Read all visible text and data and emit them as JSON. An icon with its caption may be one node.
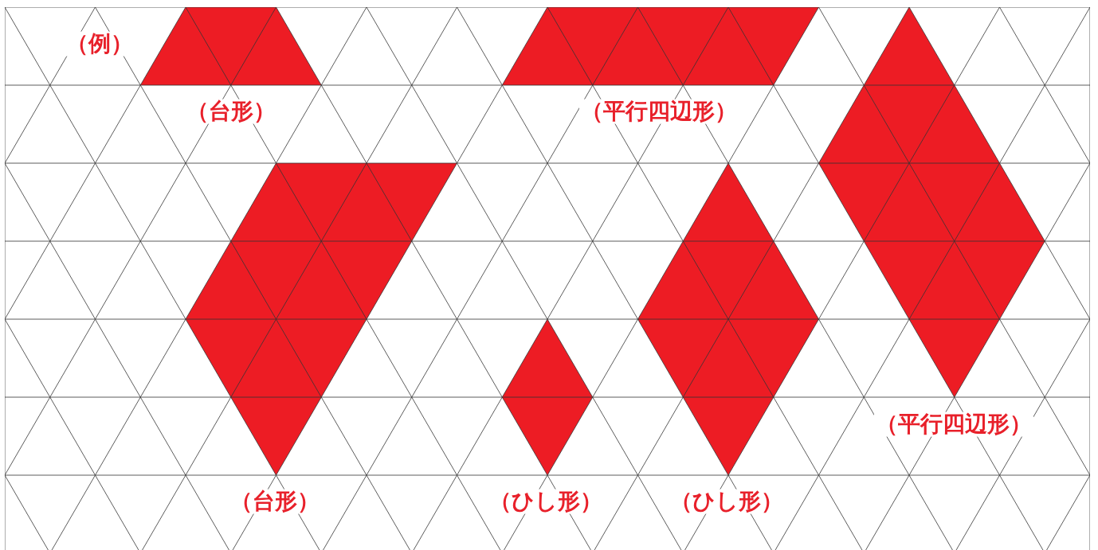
{
  "diagram": {
    "labels": [
      "（例）",
      "（台形）",
      "（平行四辺形）",
      "（平行四辺形）",
      "（台形）",
      "（ひし形）",
      "（ひし形）"
    ]
  }
}
